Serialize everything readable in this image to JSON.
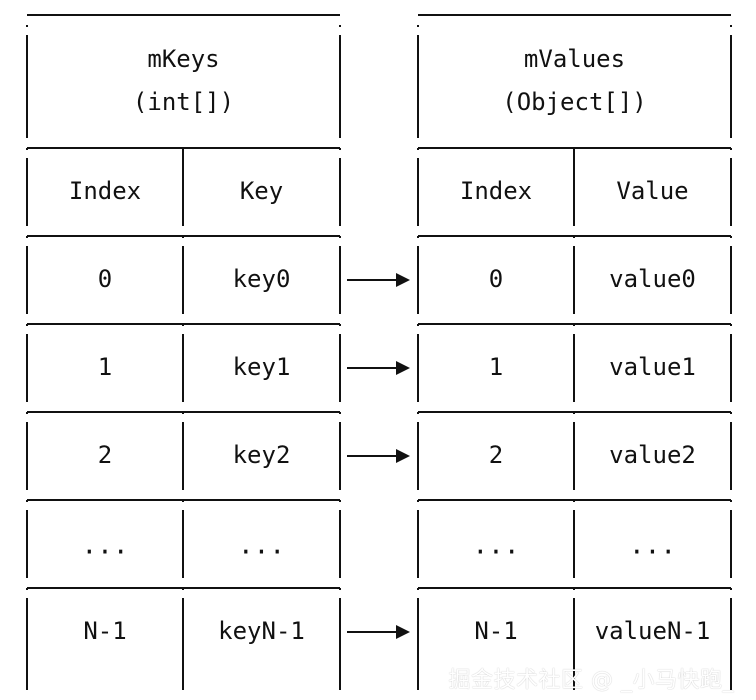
{
  "colors": {
    "ink": "#111111",
    "background": "#ffffff"
  },
  "keys_table": {
    "title": "mKeys",
    "subtitle": "(int[])",
    "headers": [
      "Index",
      "Key"
    ],
    "rows": [
      [
        "0",
        "key0"
      ],
      [
        "1",
        "key1"
      ],
      [
        "2",
        "key2"
      ],
      [
        "...",
        "..."
      ],
      [
        "N-1",
        "keyN-1"
      ]
    ]
  },
  "values_table": {
    "title": "mValues",
    "subtitle": "(Object[])",
    "headers": [
      "Index",
      "Value"
    ],
    "rows": [
      [
        "0",
        "value0"
      ],
      [
        "1",
        "value1"
      ],
      [
        "2",
        "value2"
      ],
      [
        "...",
        "..."
      ],
      [
        "N-1",
        "valueN-1"
      ]
    ]
  },
  "arrows_on_rows": [
    true,
    true,
    true,
    false,
    true
  ],
  "watermark": "掘金技术社区 @ _小马快跑_"
}
